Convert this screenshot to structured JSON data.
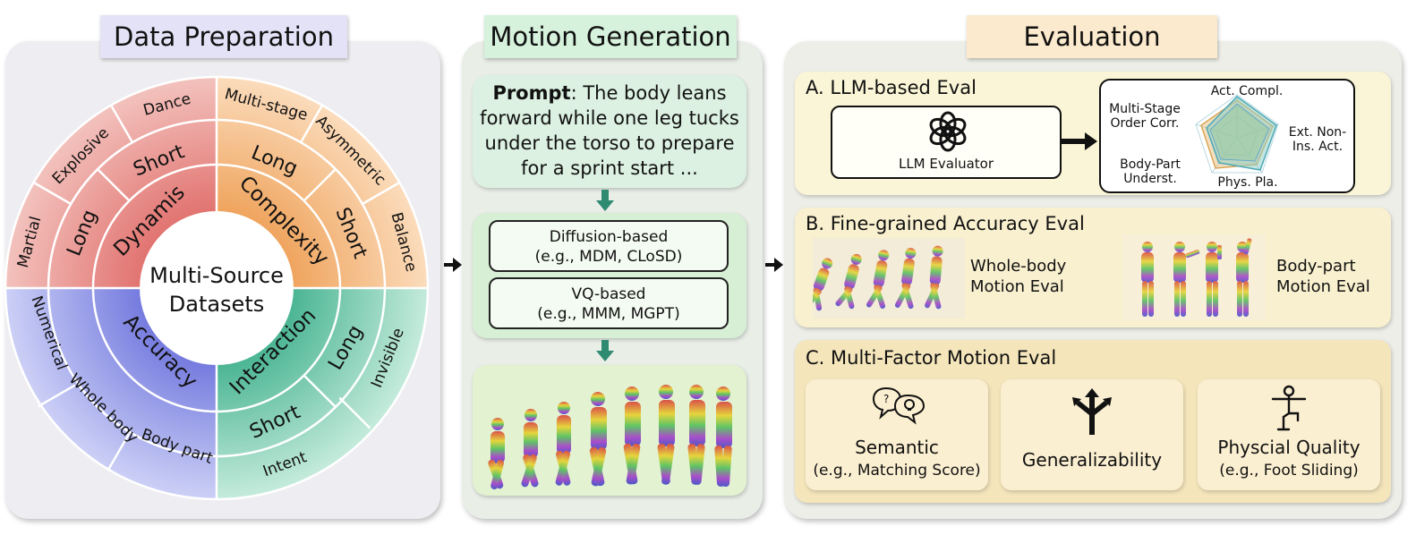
{
  "titles": {
    "data_preparation": "Data Preparation",
    "motion_generation": "Motion Generation",
    "evaluation": "Evaluation"
  },
  "sunburst": {
    "center": [
      "Multi-Source",
      "Datasets"
    ],
    "inner": [
      "Dynamis",
      "Complexity",
      "Interaction",
      "Accuracy"
    ],
    "middle": [
      "Long",
      "Short",
      "Long",
      "Short",
      "Long",
      "Short"
    ],
    "outer": [
      "Martial",
      "Explosive",
      "Dance",
      "Multi-stage",
      "Asymmetric",
      "Balance",
      "Invisible",
      "Intent",
      "Body part",
      "Whole body",
      "Numerical"
    ],
    "colors": {
      "red": "#e3807a",
      "orange": "#f2b272",
      "green": "#5fc2a3",
      "blue": "#7e86e2"
    }
  },
  "motion": {
    "prompt_label": "Prompt",
    "prompt_text": ": The body leans forward while one leg tucks under the torso to prepare for a sprint start ...",
    "model1_line1": "Diffusion-based",
    "model1_line2": "(e.g., MDM, CLoSD)",
    "model2_line1": "VQ-based",
    "model2_line2": "(e.g., MMM, MGPT)"
  },
  "evaluation": {
    "a_title": "A. LLM-based Eval",
    "llm_evaluator": "LLM Evaluator",
    "radar_labels": {
      "act_compl": "Act. Compl.",
      "ext_non_ins": [
        "Ext. Non-",
        "Ins. Act."
      ],
      "phys_pla": "Phys. Pla.",
      "body_part": [
        "Body-Part",
        "Underst."
      ],
      "multi_stage": [
        "Multi-Stage",
        "Order Corr."
      ]
    },
    "b_title": "B. Fine-grained Accuracy Eval",
    "whole_body": [
      "Whole-body",
      "Motion Eval"
    ],
    "body_part": [
      "Body-part",
      "Motion Eval"
    ],
    "c_title": "C. Multi-Factor Motion Eval",
    "semantic": "Semantic",
    "semantic_sub": "(e.g., Matching Score)",
    "generalizability": "Generalizability",
    "physical": "Physcial Quality",
    "physical_sub": "(e.g., Foot Sliding)"
  },
  "icons": [
    "chat-bulb-icon",
    "split-arrow-icon",
    "person-balance-icon",
    "openai-logo-icon"
  ]
}
